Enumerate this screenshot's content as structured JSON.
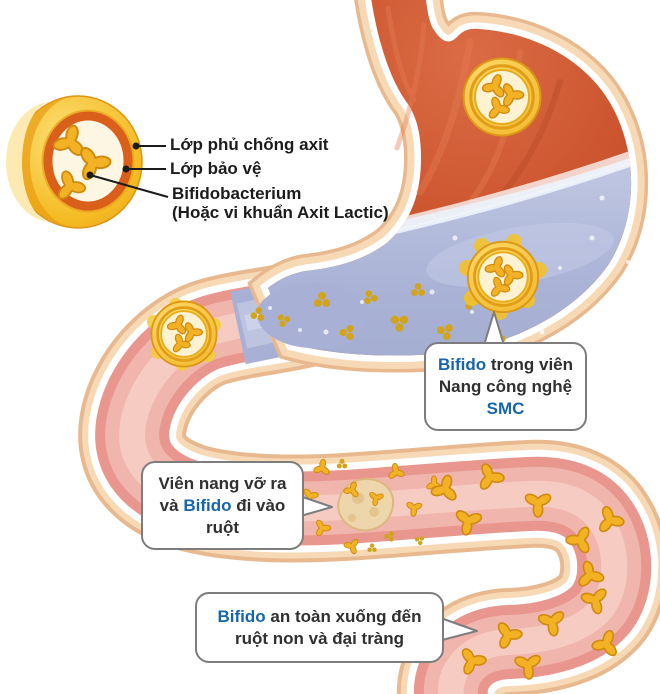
{
  "legend": {
    "item1": "Lớp phủ chống axit",
    "item2": "Lớp bảo vệ",
    "item3_line1": "Bifidobacterium",
    "item3_line2": "(Hoặc vi khuẩn Axit Lactic)"
  },
  "bubbles": {
    "smc": {
      "line1_highlight": "Bifido",
      "line1_rest": " trong viên",
      "line2": "Nang công nghệ",
      "line3": "SMC"
    },
    "release": {
      "line1": "Viên nang vỡ ra",
      "line2_pre": "và ",
      "line2_highlight": "Bifido",
      "line2_post": " đi vào",
      "line3": "ruột"
    },
    "safe": {
      "line1_highlight": "Bifido",
      "line1_rest": " an toàn xuống đến",
      "line2": "ruột non và đại tràng"
    }
  },
  "colors": {
    "highlight_blue": "#1766ad",
    "text_dark": "#303030",
    "capsule_gold": "#f5bc25",
    "capsule_ring_orange": "#d95f1b",
    "stomach_red": "#c8512c",
    "acid_blue": "#a8b1d5",
    "intestine_pink": "#e8968e",
    "wall_peach": "#f7d9b6"
  }
}
